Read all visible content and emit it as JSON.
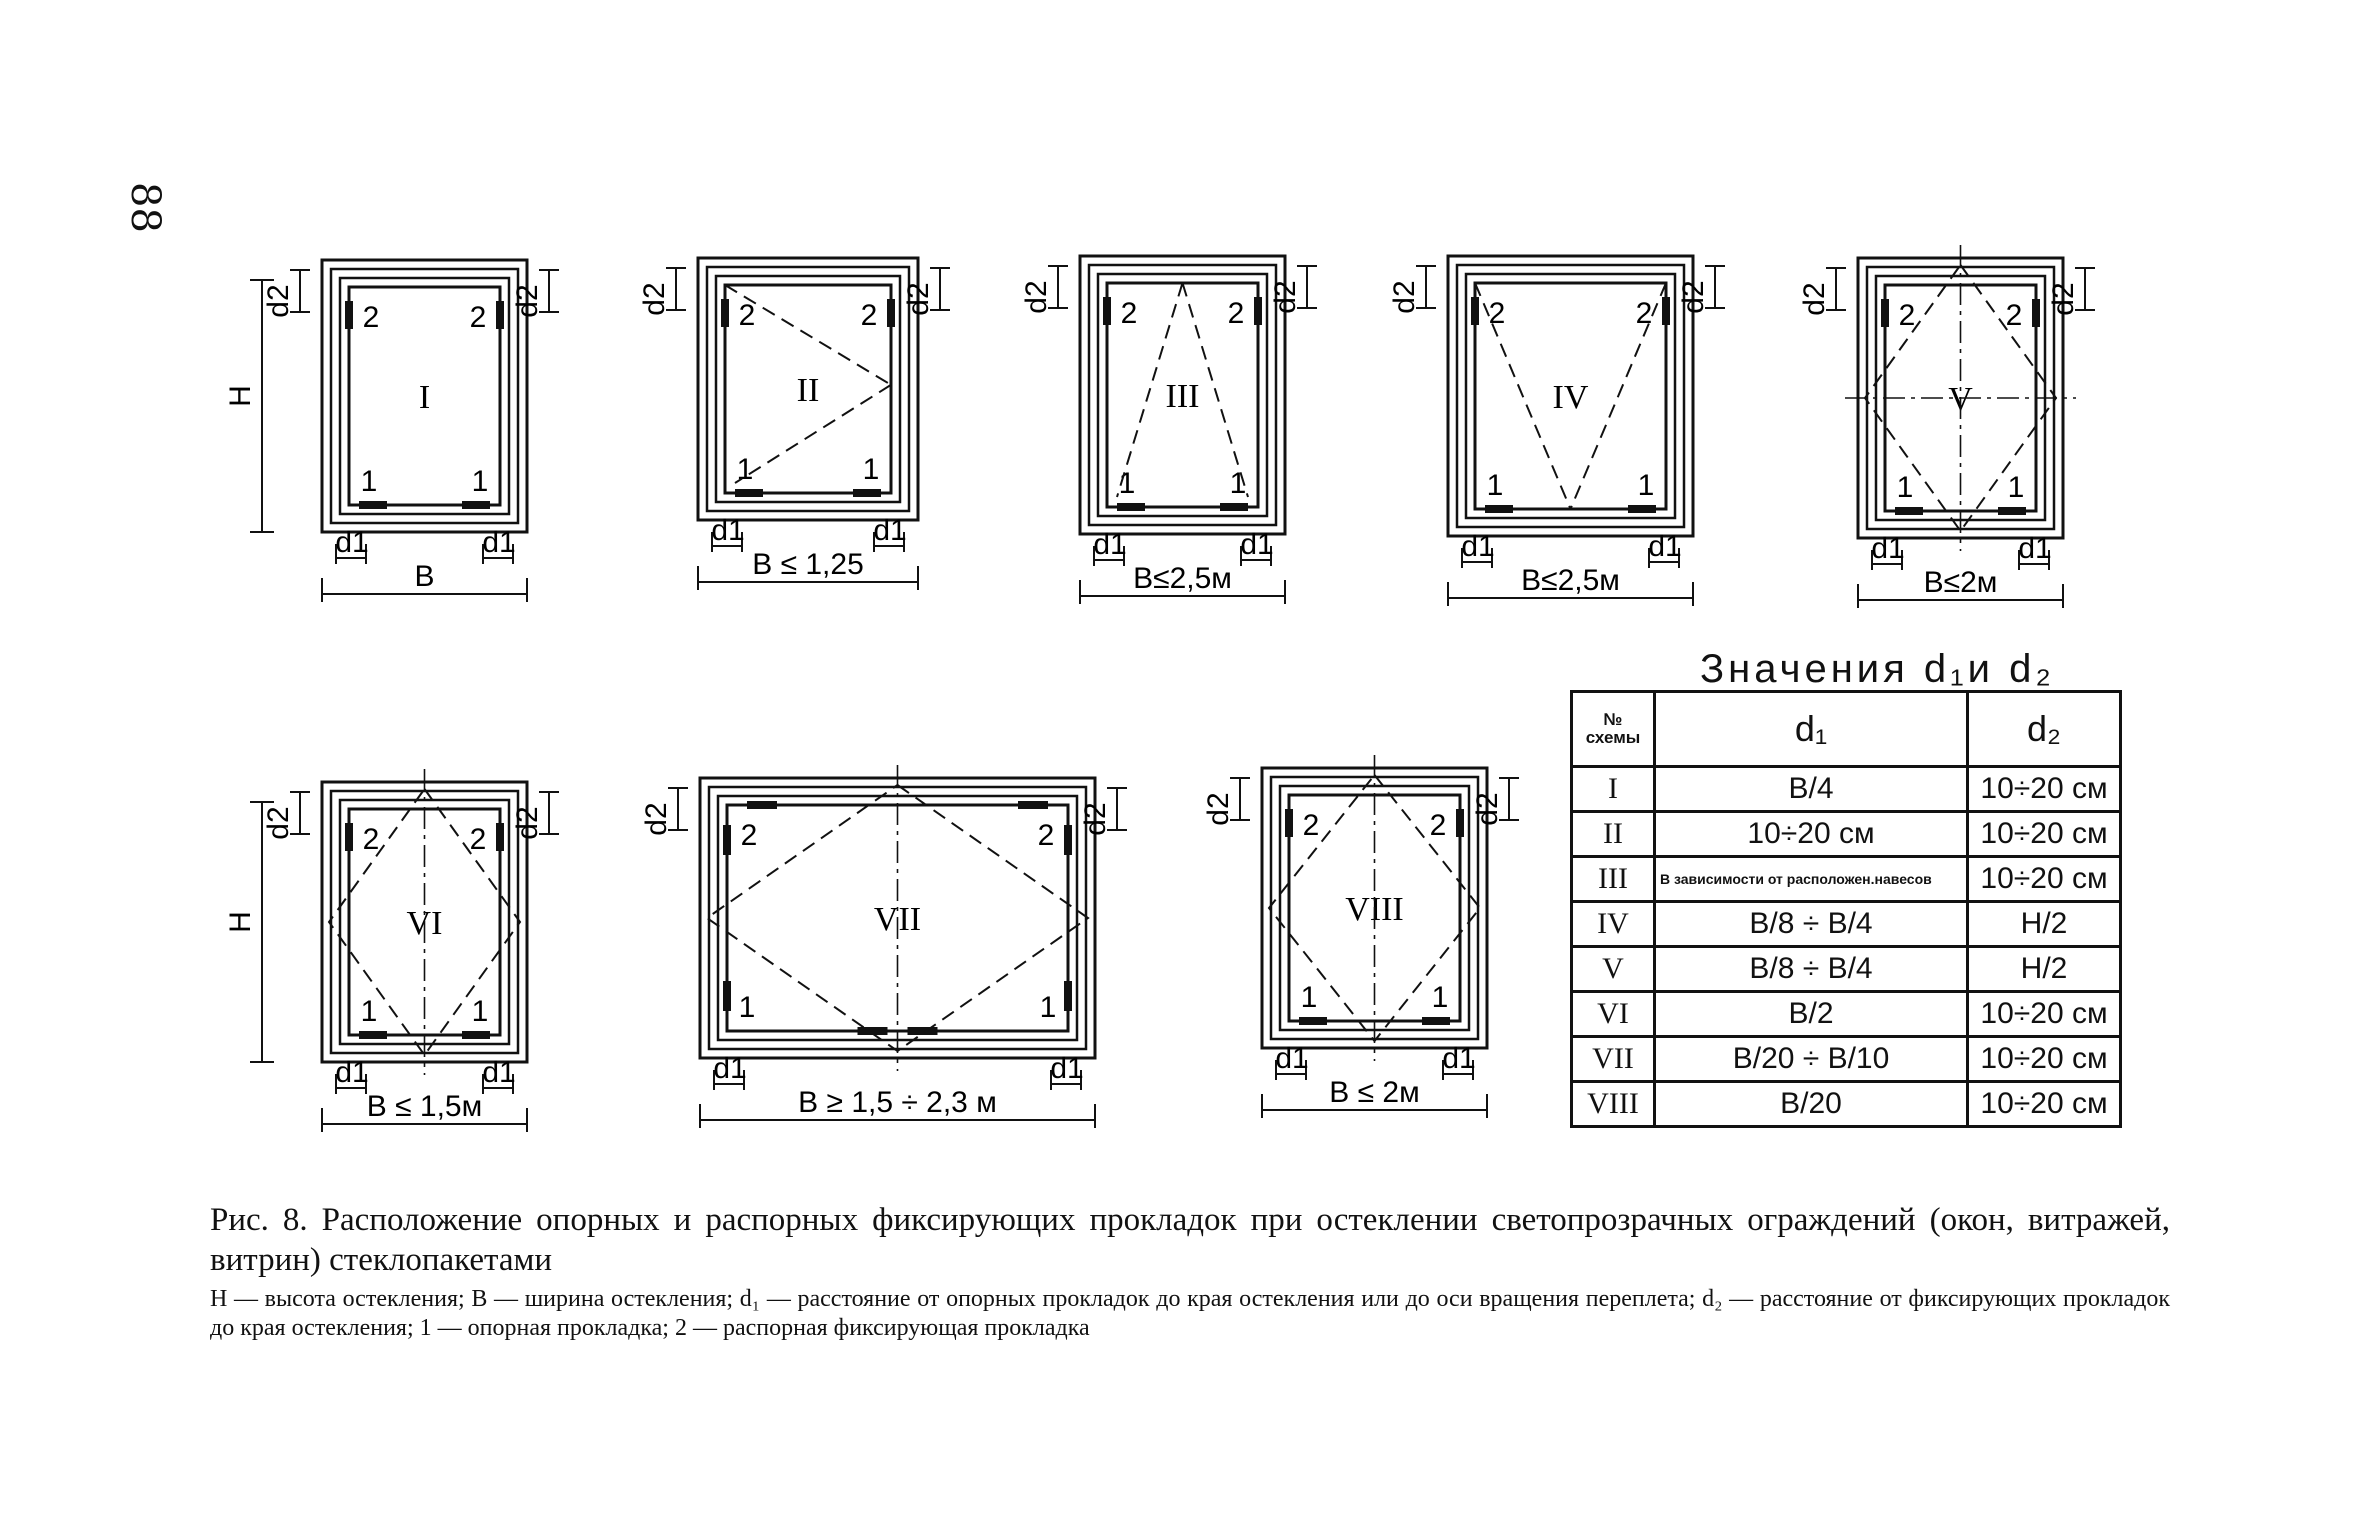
{
  "page_number": "88",
  "schemes": [
    {
      "id": "I",
      "roman": "I",
      "width_label": "B",
      "height_label": "H",
      "d1_label": "d1",
      "d2_label": "d2",
      "pad1": "1",
      "pad2": "2"
    },
    {
      "id": "II",
      "roman": "II",
      "width_label": "B ≤ 1,25",
      "d1_label": "d1",
      "d2_label": "d2",
      "pad1": "1",
      "pad2": "2"
    },
    {
      "id": "III",
      "roman": "III",
      "width_label": "B≤2,5м",
      "d1_label": "d1",
      "d2_label": "d2",
      "pad1": "1",
      "pad2": "2"
    },
    {
      "id": "IV",
      "roman": "IV",
      "width_label": "B≤2,5м",
      "d1_label": "d1",
      "d2_label": "d2",
      "pad1": "1",
      "pad2": "2"
    },
    {
      "id": "V",
      "roman": "V",
      "width_label": "B≤2м",
      "d1_label": "d1",
      "d2_label": "d2",
      "pad1": "1",
      "pad2": "2"
    },
    {
      "id": "VI",
      "roman": "VI",
      "width_label": "B ≤ 1,5м",
      "height_label": "H",
      "d1_label": "d1",
      "d2_label": "d2",
      "pad1": "1",
      "pad2": "2"
    },
    {
      "id": "VII",
      "roman": "VII",
      "width_label": "B ≥ 1,5 ÷ 2,3 м",
      "d1_label": "d1",
      "d2_label": "d2",
      "pad1": "1",
      "pad2": "2"
    },
    {
      "id": "VIII",
      "roman": "VIII",
      "width_label": "B ≤ 2м",
      "d1_label": "d1",
      "d2_label": "d2",
      "pad1": "1",
      "pad2": "2"
    }
  ],
  "table": {
    "title": "Значения d₁и d₂",
    "header_no": "№ схемы",
    "header_d1": "d₁",
    "header_d2": "d₂",
    "rows": [
      {
        "scheme": "I",
        "d1": "B/4",
        "d2": "10÷20 см"
      },
      {
        "scheme": "II",
        "d1": "10÷20 см",
        "d2": "10÷20 см"
      },
      {
        "scheme": "III",
        "d1": "В зависимости от расположен.навесов",
        "d2": "10÷20 см"
      },
      {
        "scheme": "IV",
        "d1": "B/8 ÷ B/4",
        "d2": "H/2"
      },
      {
        "scheme": "V",
        "d1": "B/8 ÷ B/4",
        "d2": "H/2"
      },
      {
        "scheme": "VI",
        "d1": "B/2",
        "d2": "10÷20 см"
      },
      {
        "scheme": "VII",
        "d1": "B/20 ÷ B/10",
        "d2": "10÷20 см"
      },
      {
        "scheme": "VIII",
        "d1": "B/20",
        "d2": "10÷20 см"
      }
    ]
  },
  "caption": "Рис. 8. Расположение опорных и распорных фиксирующих прокладок при остеклении светопрозрачных ограждений (окон, витражей, витрин) стеклопакетами",
  "legend": "H — высота остекления; B — ширина остекления; d₁ — расстояние от опорных прокладок до края остекления или до оси вращения переплета; d₂ — расстояние от фиксирующих прокладок до края остекления; 1 — опорная прокладка; 2 — распорная фиксирующая прокладка"
}
